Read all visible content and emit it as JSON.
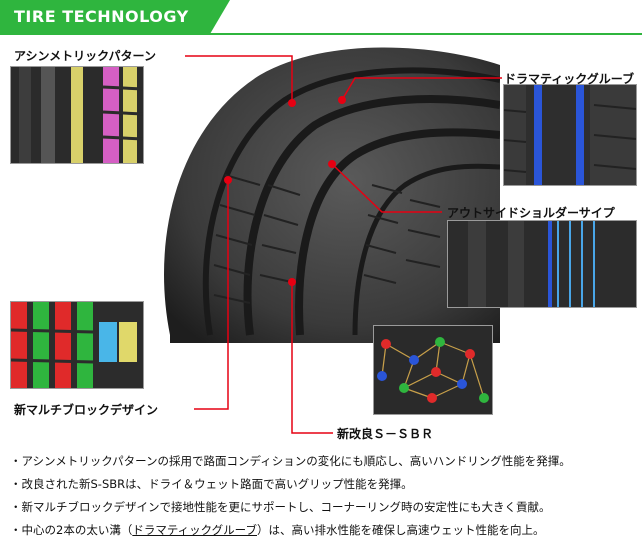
{
  "header": {
    "title": "TIRE TECHNOLOGY",
    "color": "#2fb53e"
  },
  "labels": {
    "asymmetric": "アシンメトリックパターン",
    "dramatic": "ドラマティックグルーブ",
    "outside": "アウトサイドショルダーサイプ",
    "block": "新マルチブロックデザイン",
    "sbr": "新改良Ｓ－ＳＢＲ"
  },
  "accent_color": "#e60012",
  "bullets": [
    {
      "text": "・アシンメトリックパターンの採用で路面コンディションの変化にも順応し、高いハンドリング性能を発揮。"
    },
    {
      "text": "・改良された新S-SBRは、ドライ＆ウェット路面で高いグリップ性能を発揮。"
    },
    {
      "text": "・新マルチブロックデザインで接地性能を更にサポートし、コーナーリング時の安定性にも大きく貢献。"
    },
    {
      "prefix": "・中心の2本の太い溝（",
      "highlight": "ドラマティックグルーブ",
      "suffix": "）は、高い排水性能を確保し高速ウェット性能を向上。"
    }
  ]
}
